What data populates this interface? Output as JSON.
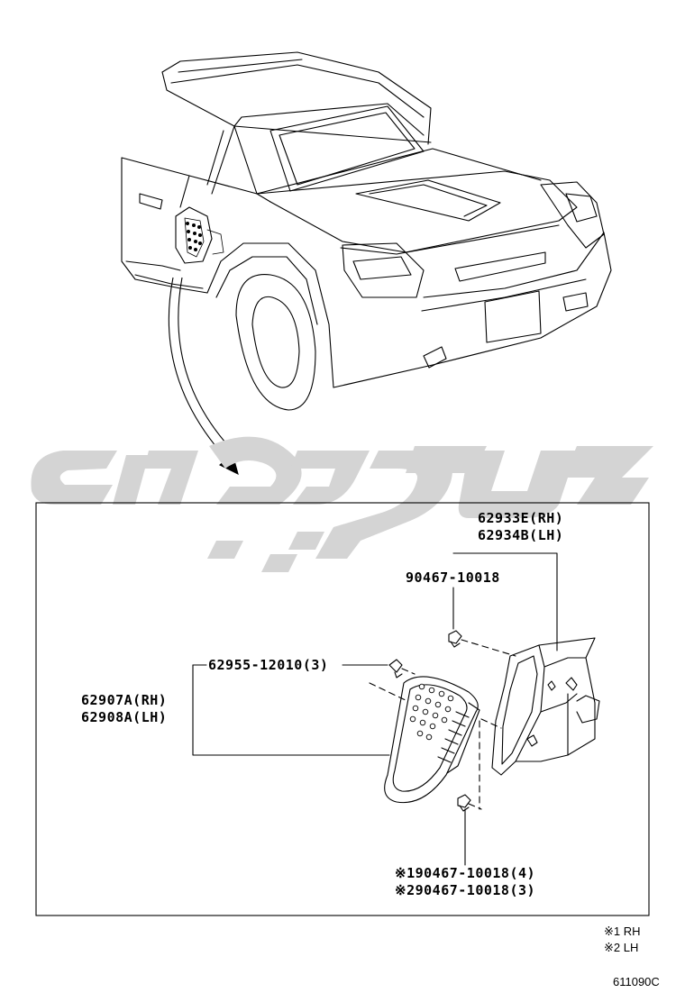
{
  "diagram": {
    "top_label": {
      "line1": "62933E(RH)",
      "line2": "62934B(LH)"
    },
    "labels": {
      "clip_top": "90467-10018",
      "screw": "62955-12010(3)",
      "louver_rh": "62907A(RH)",
      "louver_lh": "62908A(LH)",
      "clip_bottom_1": "※190467-10018(4)",
      "clip_bottom_2": "※290467-10018(3)"
    },
    "legend": {
      "rh": "※1 RH",
      "lh": "※2 LH"
    },
    "figure_id": "611090C",
    "watermark_color": "#d4d4d4",
    "line_color": "#000000"
  }
}
